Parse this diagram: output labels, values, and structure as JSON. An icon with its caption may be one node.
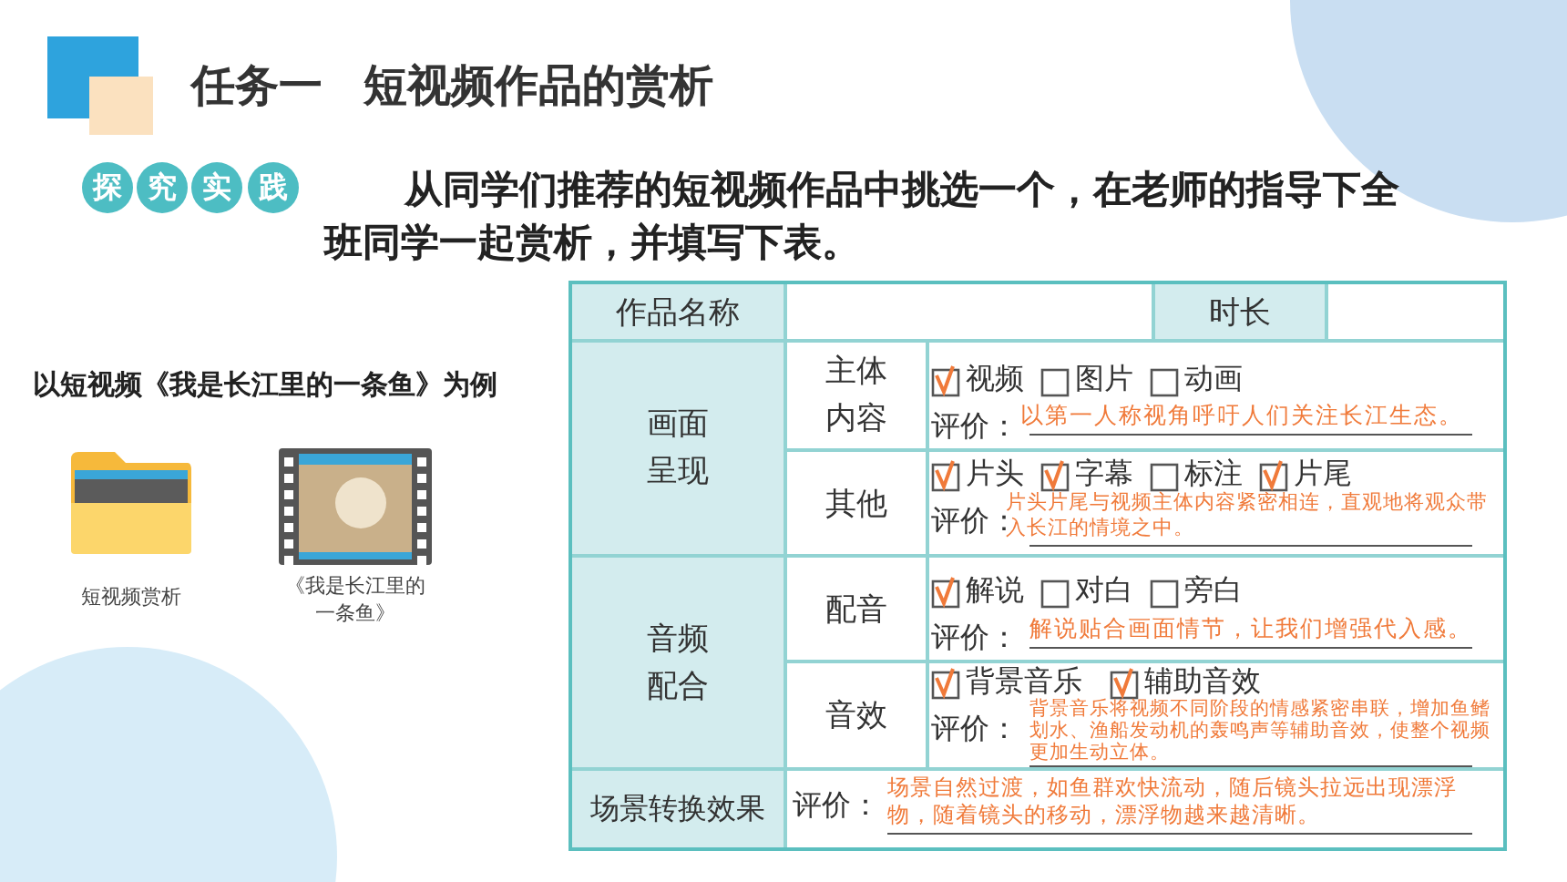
{
  "diagram": {
    "title": "任务一 短视频作品的赏析",
    "nodes": [
      {
        "text": [],
        "shape": "picture",
        "beside": [
          "短视频赏析"
        ]
      },
      {
        "text": [],
        "shape": "picture",
        "beside": [
          "《我是长江里的一条鱼》"
        ]
      }
    ],
    "labels": [
      "探",
      "究",
      "实",
      "践",
      "从同学们推荐的短视频作品中挑选一个，在老师的指导下全班同学一起赏析，并填写下表。",
      "以短视频《我是长江里的一条鱼》为例",
      "作品名称",
      "时长",
      "画面呈现",
      "主体内容",
      "视频",
      "图片",
      "动画",
      "评价：",
      "以第一人称视角呼吁人们关注长江生态。",
      "其他",
      "片头",
      "字幕",
      "标注",
      "片尾",
      "评价：",
      "片头片尾与视频主体内容紧密相连，直观地将观众带入长江的情境之中。",
      "音频配合",
      "配音",
      "解说",
      "对白",
      "旁白",
      "评价：",
      "解说贴合画面情节，让我们增强代入感。",
      "音效",
      "背景音乐",
      "辅助音效",
      "评价：",
      "背景音乐将视频不同阶段的情感紧密串联，增加鱼鳍划水、渔船发动机的轰鸣声等辅助音效，使整个视频更加生动立体。",
      "场景转换效果",
      "评价：",
      "场景自然过渡，如鱼群欢快流动，随后镜头拉远出现漂浮物，随着镜头的移动，漂浮物越来越清晰。"
    ]
  }
}
